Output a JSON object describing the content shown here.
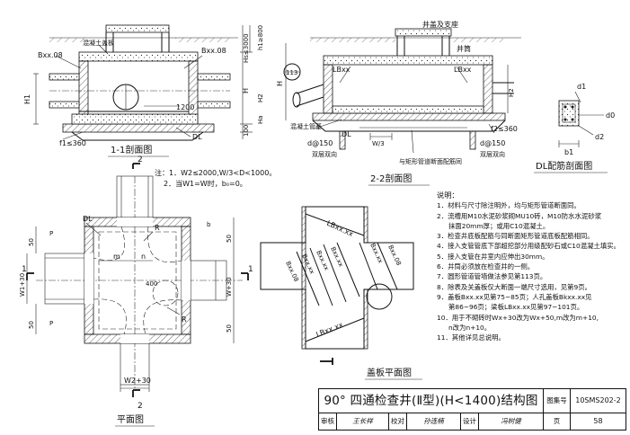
{
  "sections": {
    "s11": {
      "title": "1-1剖面图",
      "labels": [
        "Bxx.08",
        "Bxx.08",
        "混凝土盖板",
        "1200",
        "DL",
        "f1≤360",
        "H1",
        "Hs≤3000",
        "h1≥800",
        "H",
        "H2",
        "100",
        "Ha"
      ]
    },
    "s22": {
      "title": "2-2剖面图",
      "labels": [
        "井盖及支座",
        "井筒",
        "LBxx",
        "LBxx",
        "混凝土管基",
        "d@150",
        "d@150",
        "DL",
        "W/3",
        "f2≤360",
        "双层双向",
        "双层双向",
        "与矩形管道断面配筋同",
        "113",
        "H2",
        "H"
      ]
    },
    "dl": {
      "title": "DL配筋剖面图",
      "labels": [
        "d1",
        "d2",
        "d0",
        "b1"
      ]
    },
    "plan": {
      "title": "平面图",
      "labels": [
        "2",
        "2",
        "1",
        "1",
        "DL",
        "R",
        "R",
        "m",
        "n",
        "400",
        "W2+30",
        "W1+30",
        "W+30",
        "P",
        "P",
        "50",
        "50",
        "50",
        "50",
        "b"
      ]
    },
    "cover": {
      "title": "盖板平面图",
      "labels": [
        "LBxx.xx",
        "LBxx.xx",
        "Bxx.08",
        "Bxx.xx",
        "Bxx.xx",
        "Bxx.xx",
        "Bxx.08",
        "Bxx.xx"
      ]
    }
  },
  "figure_note": {
    "lines": [
      "注：1．W2≤2000,W/3<D<1000。",
      "2．当W1=W时，b₀=0。"
    ]
  },
  "notes": {
    "heading": "说明：",
    "items": [
      "1．材料与尺寸除注明外，均与矩形管道断面同。",
      "2．流槽用M10水泥砂浆砌MU10砖，M10防水水泥砂浆",
      "抹面20mm厚；或用C10混凝土。",
      "3．检查井底板配筋与同断面矩形管道底板配筋相同。",
      "4．接入支管管底下部超挖部分用级配砂石或C10混凝土填实。",
      "5．接入支管在井室内应伸出30mm。",
      "6．井筒必须放在检查井的一侧。",
      "7．圆形管道管墙做法参见第113页。",
      "8．除表及关盖板仅大断面一端尺寸选用，见第9页。",
      "9．盖板Bxx.xx见第75~85页；人孔盖板Bkxx.xx见",
      "第86~96页；梁板LBxx.xx见第97~101页。",
      "10．用于不砌砖时Wx+30改为Wx+50,m改为m+10,",
      "n改为n+10。",
      "11．其他详见总说明。"
    ]
  },
  "title_block": {
    "title": "90° 四通检查井(Ⅱ型)(H<1400)结构图",
    "atlas_label": "图集号",
    "atlas_no": "10SMS202-2",
    "review_label": "审核",
    "review_name": "王长祥",
    "check_label": "校对",
    "check_name": "孙连楠",
    "design_label": "设计",
    "design_name": "冯树健",
    "page_label": "页",
    "page_no": "58"
  }
}
